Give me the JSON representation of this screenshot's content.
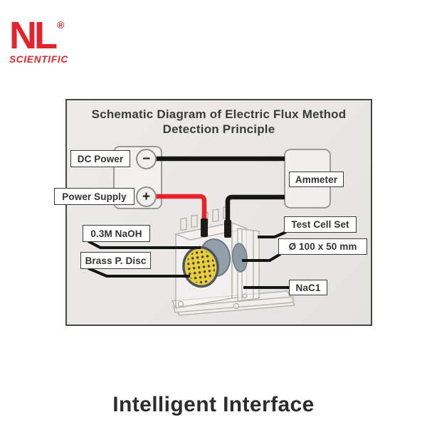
{
  "logo": {
    "text": "NL",
    "registered": "®",
    "subtext": "SCIENTIFIC",
    "color": "#e3242e"
  },
  "diagram": {
    "title_line1": "Schematic Diagram of Electric Flux Method",
    "title_line2": "Detection Principle",
    "labels": {
      "dc_power": "DC Power",
      "power_supply": "Power Supply",
      "ammeter": "Ammeter",
      "naoh": "0.3M NaOH",
      "brass_disc": "Brass P. Disc",
      "test_cell": "Test Cell Set",
      "dimensions": "Ø 100 x 50 mm",
      "nacl": "NaC1"
    },
    "terminals": {
      "negative": "−",
      "positive": "+"
    },
    "colors": {
      "wire_positive": "#e8212b",
      "wire_negative": "#151515",
      "photo_background": "#ebe9e6",
      "brass_disc_yellow": "#e6ce44",
      "electrode_gray": "#93a0ab"
    }
  },
  "caption": "Intelligent Interface"
}
